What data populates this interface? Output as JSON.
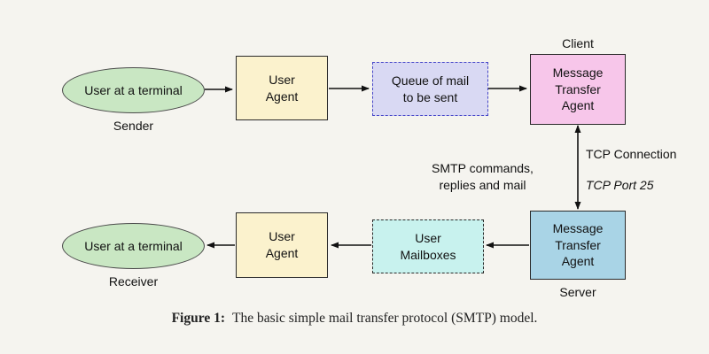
{
  "figure": {
    "caption_label": "Figure 1:",
    "caption_text": "The basic simple mail transfer protocol (SMTP) model."
  },
  "nodes": {
    "sender_terminal": {
      "label": "User at a terminal",
      "sublabel": "Sender"
    },
    "sender_user_agent": {
      "label": "User\nAgent"
    },
    "mail_queue": {
      "label": "Queue of mail\nto be sent"
    },
    "client_mta": {
      "label": "Message\nTransfer\nAgent",
      "role": "Client"
    },
    "server_mta": {
      "label": "Message\nTransfer\nAgent",
      "role": "Server"
    },
    "user_mailboxes": {
      "label": "User\nMailboxes"
    },
    "receiver_user_agent": {
      "label": "User\nAgent"
    },
    "receiver_terminal": {
      "label": "User at a terminal",
      "sublabel": "Receiver"
    }
  },
  "annotations": {
    "smtp_note": "SMTP commands,\nreplies and mail",
    "tcp_connection": "TCP Connection",
    "tcp_port": "TCP Port 25"
  },
  "colors": {
    "background": "#f5f4ef",
    "terminal_fill": "#c9e7c3",
    "user_agent_fill": "#fbf2cd",
    "queue_fill": "#d9d9f3",
    "queue_border": "#4646c8",
    "client_mta_fill": "#f7c6ea",
    "server_mta_fill": "#a9d4e6",
    "mailboxes_fill": "#c8f2ee",
    "arrow_color": "#111111"
  }
}
